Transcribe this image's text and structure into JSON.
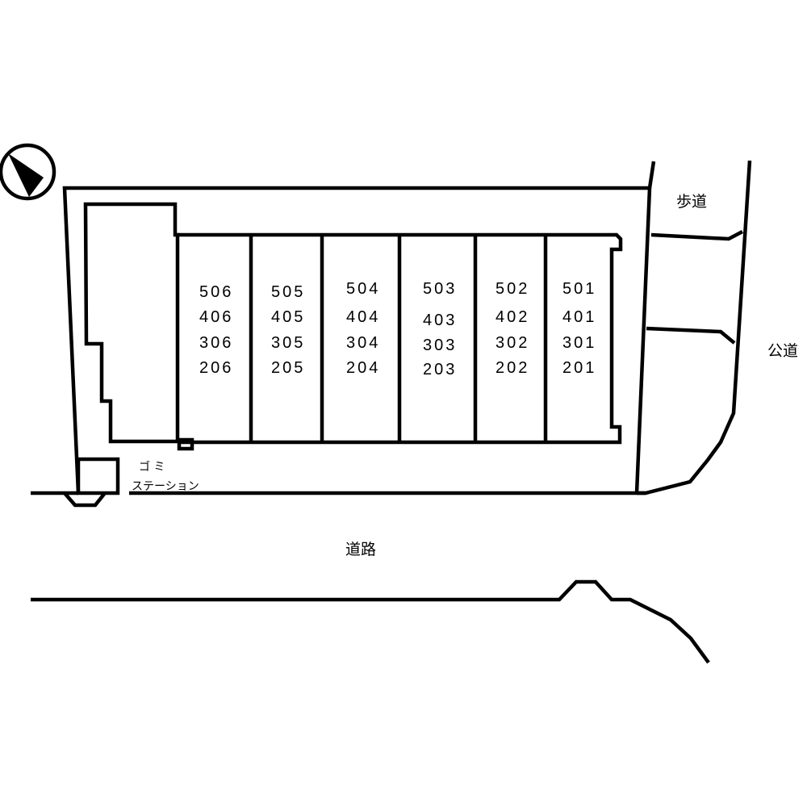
{
  "map": {
    "labels": {
      "sidewalk": "歩道",
      "public_road": "公道",
      "road": "道路",
      "garbage_line1": "ゴ ミ",
      "garbage_line2": "ステーション"
    },
    "units": [
      [
        "506",
        "406",
        "306",
        "206"
      ],
      [
        "505",
        "405",
        "305",
        "205"
      ],
      [
        "504",
        "404",
        "304",
        "204"
      ],
      [
        "503",
        "403",
        "303",
        "203"
      ],
      [
        "502",
        "402",
        "302",
        "202"
      ],
      [
        "501",
        "401",
        "301",
        "201"
      ]
    ],
    "icons": {
      "north": "north-arrow-icon"
    },
    "colors": {
      "ink": "#000000",
      "paper": "#ffffff"
    }
  }
}
